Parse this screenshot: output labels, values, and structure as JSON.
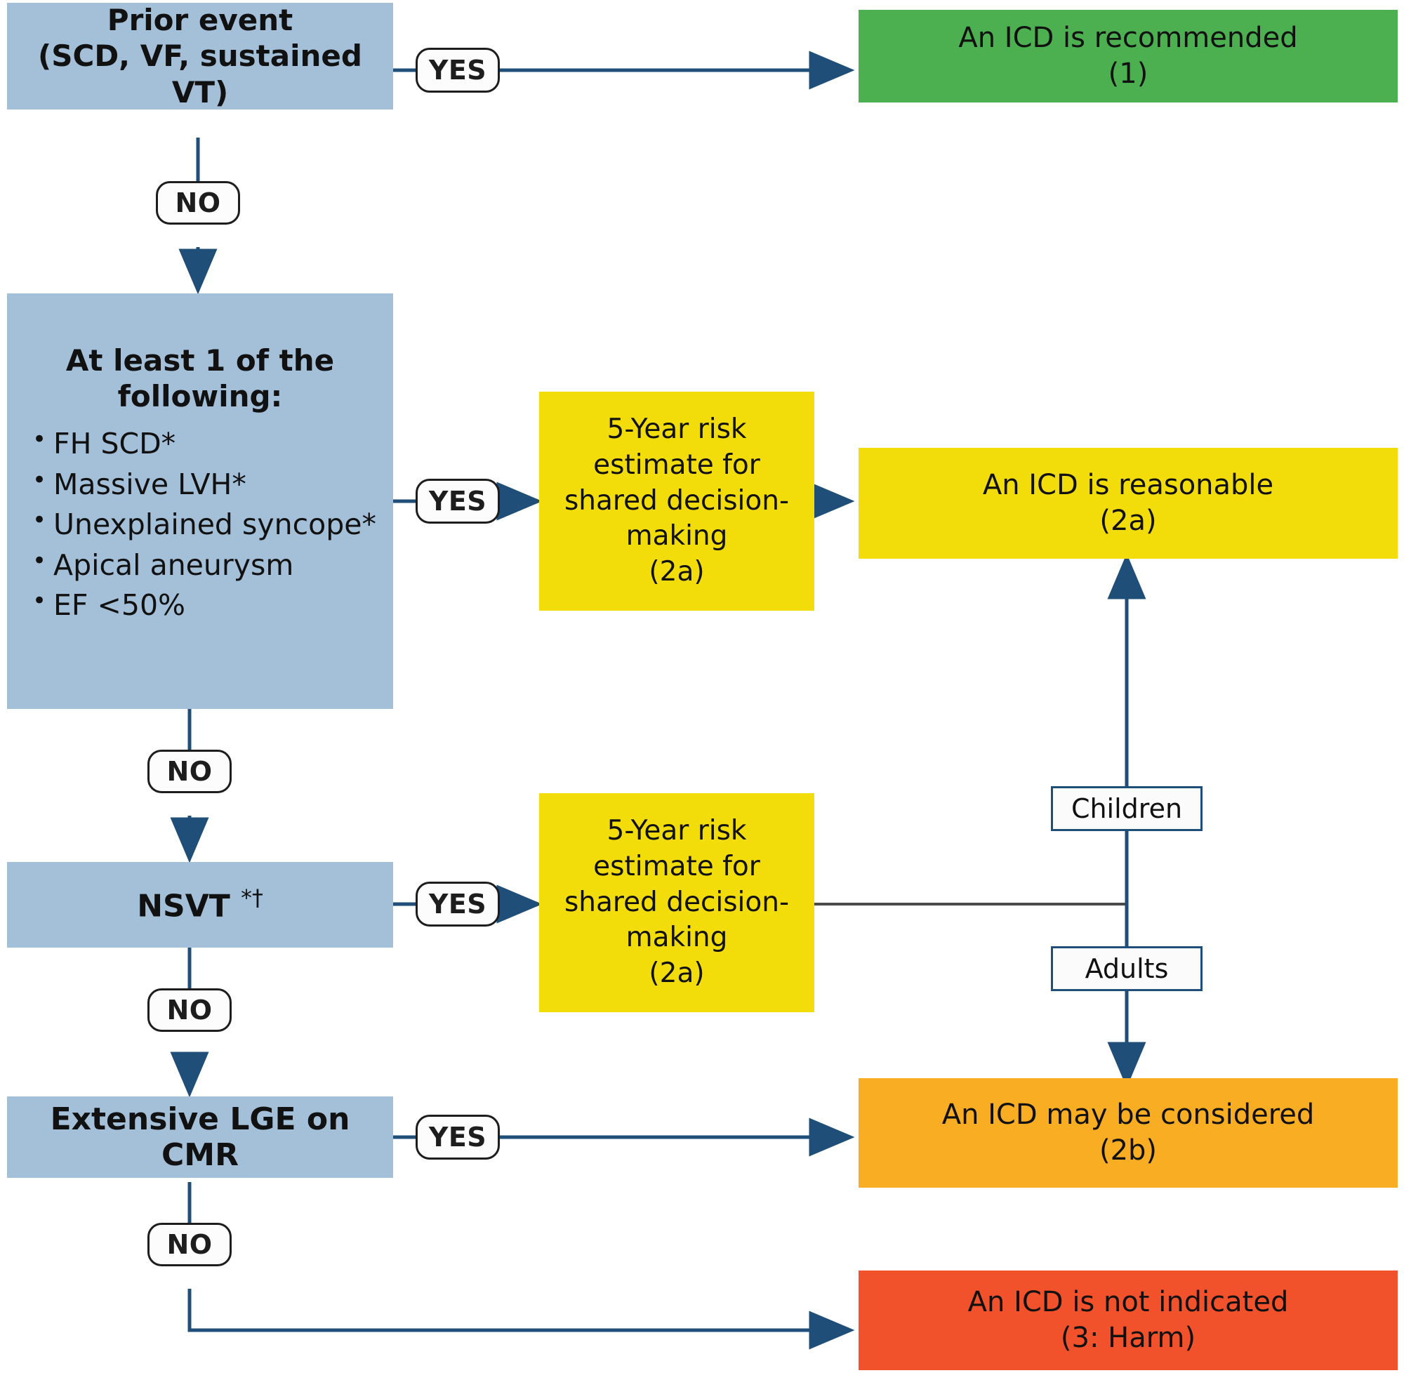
{
  "diagram": {
    "title": "ICD decision pathway for hypertrophic cardiomyopathy",
    "colors": {
      "blue": "#a4bfd8",
      "green": "#4caf50",
      "yellow": "#f2dd0b",
      "orange": "#f9ad23",
      "red": "#f1512b",
      "connector": "#1f4e79",
      "badge_border": "#1d1d1d"
    }
  },
  "decisions": {
    "prior_event": {
      "line1": "Prior event",
      "line2": "(SCD, VF, sustained VT)"
    },
    "risk_factors": {
      "title_line1": "At least 1 of the",
      "title_line2": "following:",
      "items": [
        "FH SCD*",
        "Massive LVH*",
        "Unexplained syncope*",
        "Apical aneurysm",
        "EF <50%"
      ]
    },
    "nsvt": {
      "label": "NSVT",
      "marks": "*†"
    },
    "lge": {
      "label": "Extensive LGE on CMR"
    }
  },
  "badges": {
    "yes": "YES",
    "no": "NO",
    "children": "Children",
    "adults": "Adults"
  },
  "risk_estimate": {
    "line1": "5-Year risk",
    "line2": "estimate for",
    "line3": "shared decision-",
    "line4": "making",
    "line5": "(2a)"
  },
  "outcomes": {
    "recommended": {
      "line1": "An ICD is recommended",
      "line2": "(1)"
    },
    "reasonable": {
      "line1": "An ICD is reasonable",
      "line2": "(2a)"
    },
    "considered": {
      "line1": "An ICD may be considered",
      "line2": "(2b)"
    },
    "not_indicated": {
      "line1": "An ICD is not indicated",
      "line2": "(3: Harm)"
    }
  }
}
